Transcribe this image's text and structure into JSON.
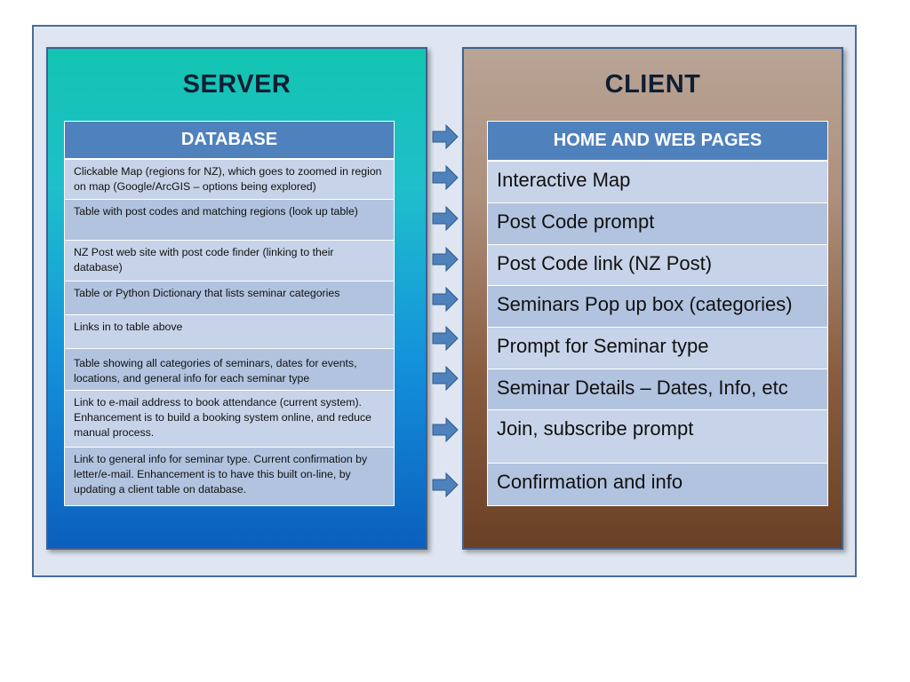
{
  "server": {
    "title": "SERVER",
    "table_header": "DATABASE",
    "rows": [
      "Clickable Map (regions for NZ), which goes to zoomed in region on map (Google/ArcGIS – options being explored)",
      "Table with post codes and matching regions (look up table)",
      "NZ Post web site with post code finder (linking to their database)",
      "Table or Python Dictionary that lists seminar categories",
      "Links in to table above",
      "Table showing all categories of seminars, dates for events, locations, and general info for each seminar type",
      "Link to e-mail address to book attendance (current system). Enhancement is to build a booking system online, and reduce manual process.",
      "Link to general info for seminar type. Current confirmation by letter/e-mail. Enhancement is to have this built on-line, by updating a client table on database."
    ]
  },
  "client": {
    "title": "CLIENT",
    "table_header": "HOME AND WEB PAGES",
    "rows": [
      "Interactive Map",
      "Post Code prompt",
      "Post Code link (NZ Post)",
      "Seminars Pop up box (categories)",
      "Prompt for Seminar type",
      "Seminar Details – Dates, Info, etc",
      "Join, subscribe prompt",
      "Confirmation and info"
    ]
  },
  "colors": {
    "table_header": "#4f81bd",
    "row_light": "#c7d3e8",
    "row_dark": "#b1c3df",
    "arrow": "#4f81bd"
  },
  "arrow_icon": "right-arrow-icon"
}
